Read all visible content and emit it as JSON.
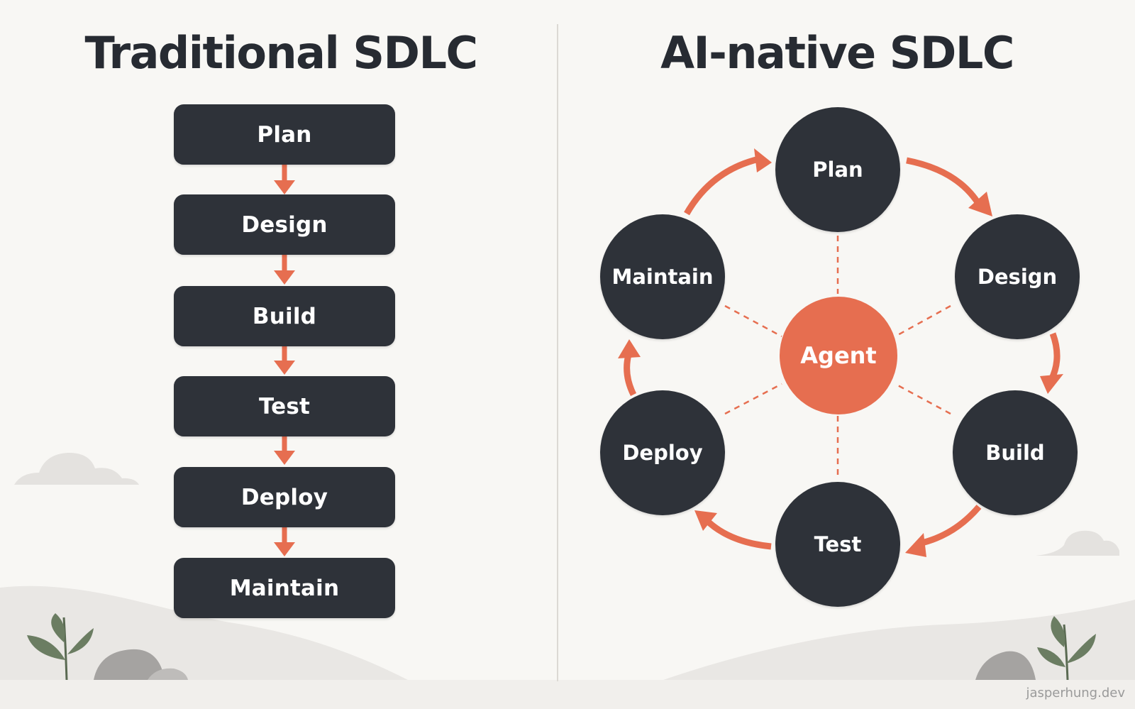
{
  "traditional": {
    "title": "Traditional SDLC",
    "steps": [
      "Plan",
      "Design",
      "Build",
      "Test",
      "Deploy",
      "Maintain"
    ]
  },
  "ai_native": {
    "title": "AI-native SDLC",
    "center": "Agent",
    "nodes": [
      "Plan",
      "Design",
      "Build",
      "Test",
      "Deploy",
      "Maintain"
    ]
  },
  "watermark": "jasperhung.dev",
  "colors": {
    "background": "#f8f7f4",
    "node": "#2e3239",
    "text_on_node": "#ffffff",
    "accent": "#e66e50",
    "title": "#272b32"
  }
}
